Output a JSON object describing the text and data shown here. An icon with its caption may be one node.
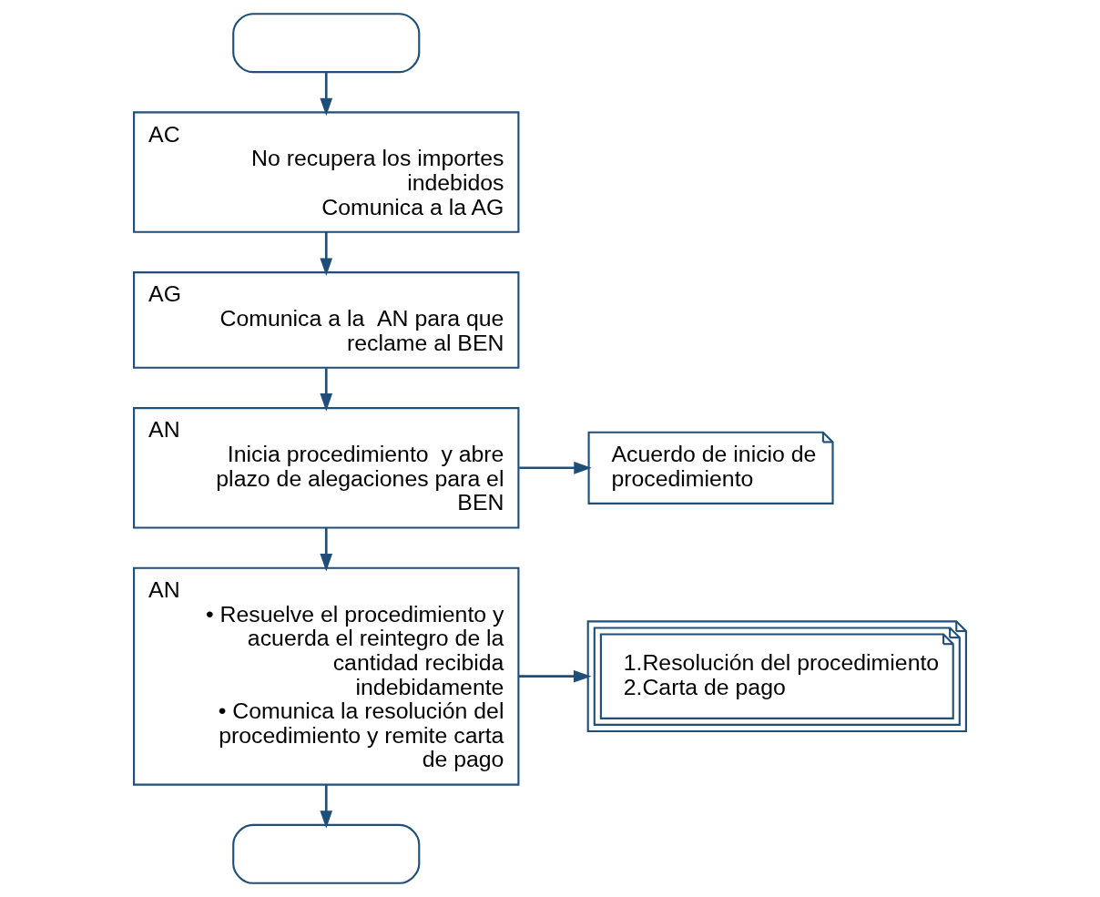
{
  "diagram": {
    "nodes": [
      {
        "text": [],
        "shape": "oval"
      },
      {
        "text": [
          "AC",
          "No recupera los importes indebidos",
          "Comunica a la AG"
        ]
      },
      {
        "text": [
          "AG",
          "Comunica a la  AN para que reclame al BEN"
        ]
      },
      {
        "text": [
          "AN",
          "Inicia procedimiento  y abre plazo de alegaciones para el BEN"
        ]
      },
      {
        "text": [
          "Acuerdo de inicio de procedimiento"
        ]
      },
      {
        "text": [
          "AN",
          "• Resuelve el procedimiento y acuerda el reintegro de la cantidad recibida indebidamente",
          "• Comunica la resolución del procedimiento y remite carta de pago"
        ]
      },
      {
        "text": [
          "1.Resolución del procedimiento",
          "2.Carta de pago"
        ]
      },
      {
        "text": [],
        "shape": "oval"
      }
    ],
    "edges": [
      {
        "from": 0,
        "to": 1,
        "arrow": "to"
      },
      {
        "from": 1,
        "to": 2,
        "arrow": "to"
      },
      {
        "from": 2,
        "to": 3,
        "arrow": "to"
      },
      {
        "from": 3,
        "to": 4,
        "arrow": "to"
      },
      {
        "from": 3,
        "to": 5,
        "arrow": "to"
      },
      {
        "from": 5,
        "to": 6,
        "arrow": "to"
      },
      {
        "from": 5,
        "to": 7,
        "arrow": "to"
      }
    ]
  }
}
